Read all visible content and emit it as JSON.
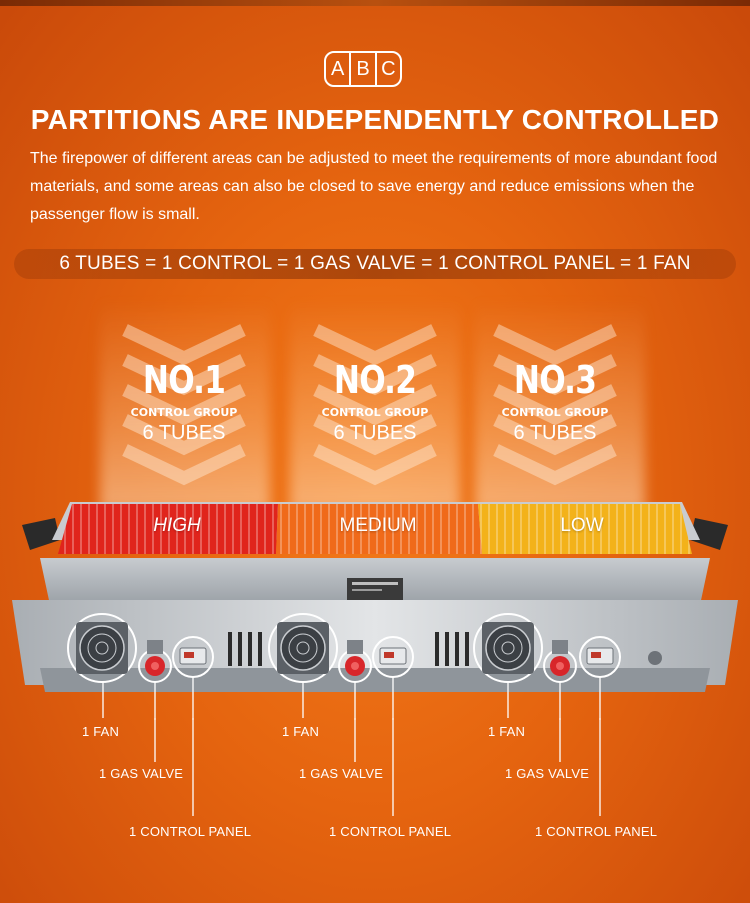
{
  "badge": {
    "letters": [
      "A",
      "B",
      "C"
    ]
  },
  "heading": {
    "title": "PARTITIONS ARE INDEPENDENTLY CONTROLLED",
    "description": "The firepower of different areas can be adjusted to meet the requirements of more abundant food materials, and some areas can also be closed to save energy and reduce emissions when the passenger flow is small."
  },
  "formula": "6 TUBES = 1 CONTROL = 1 GAS VALVE = 1 CONTROL PANEL = 1 FAN",
  "groups": [
    {
      "number": "NO.1",
      "label": "CONTROL GROUP",
      "tubes": "6 TUBES"
    },
    {
      "number": "NO.2",
      "label": "CONTROL GROUP",
      "tubes": "6 TUBES"
    },
    {
      "number": "NO.3",
      "label": "CONTROL GROUP",
      "tubes": "6 TUBES"
    }
  ],
  "zones": [
    {
      "label": "HIGH",
      "color": "#e0241c"
    },
    {
      "label": "MEDIUM",
      "color": "#f06a1a"
    },
    {
      "label": "LOW",
      "color": "#f3b21a"
    }
  ],
  "callouts": {
    "fan": "1 FAN",
    "gas_valve": "1 GAS VALVE",
    "control_panel": "1 CONTROL PANEL"
  },
  "colors": {
    "background": "#e5640f",
    "valve": "#d8262a"
  }
}
